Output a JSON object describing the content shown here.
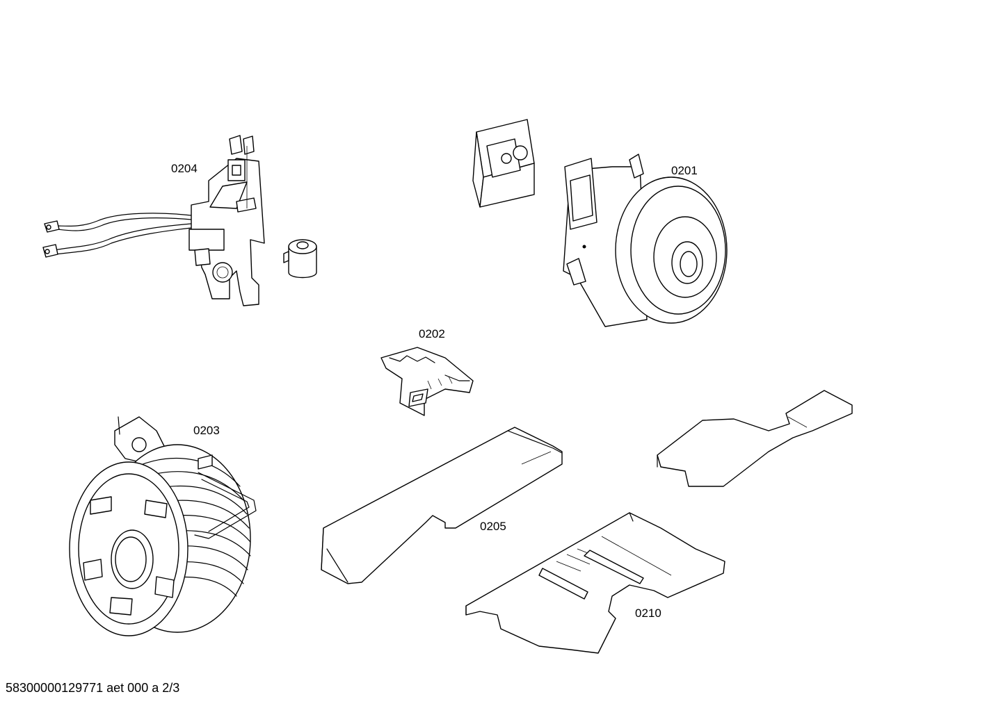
{
  "diagram": {
    "parts": [
      {
        "id": "motor",
        "label": "0201"
      },
      {
        "id": "connector-clip",
        "label": "0202"
      },
      {
        "id": "cable-reel",
        "label": "0203"
      },
      {
        "id": "circuit-board",
        "label": "0204"
      },
      {
        "id": "foam-pad-long",
        "label": "0205"
      },
      {
        "id": "foam-pad-large",
        "label": "0210"
      }
    ]
  },
  "footer": {
    "doc_code": "58300000129771 aet 000 a 2/3"
  }
}
